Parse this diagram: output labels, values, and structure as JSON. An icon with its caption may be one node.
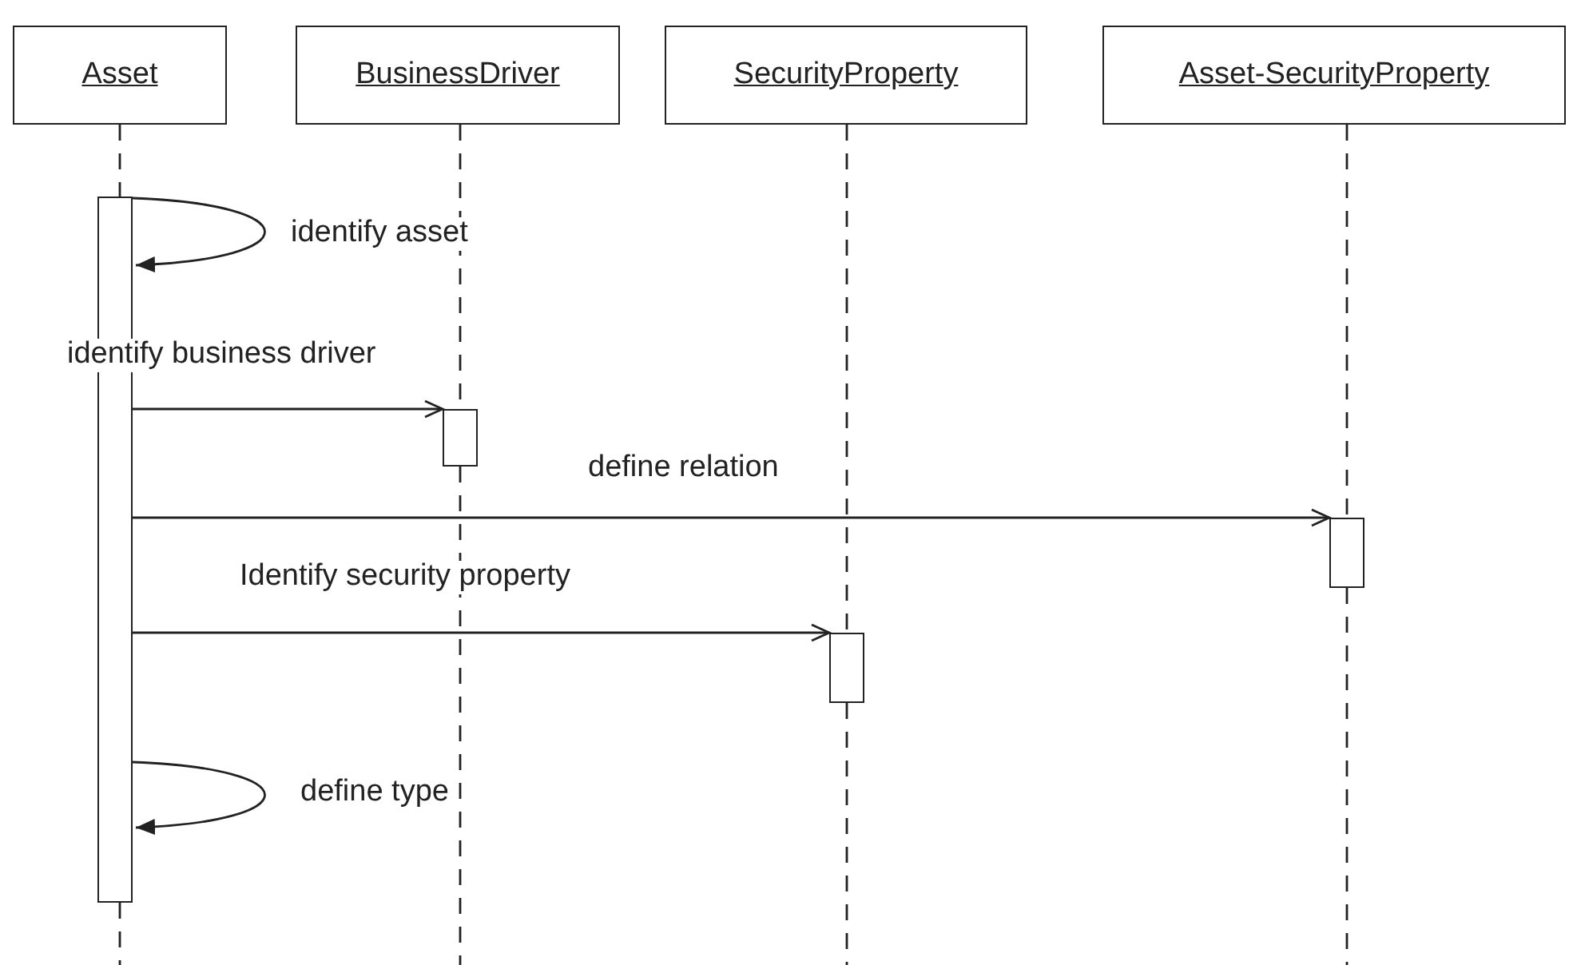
{
  "diagram": {
    "nodes": [
      {
        "text": [
          "Asset"
        ]
      },
      {
        "text": [
          "BusinessDriver"
        ]
      },
      {
        "text": [
          "SecurityProperty"
        ]
      },
      {
        "text": [
          "Asset-SecurityProperty"
        ]
      },
      {
        "text": [],
        "shape": "bar"
      },
      {
        "text": [],
        "shape": "bar"
      },
      {
        "text": [],
        "shape": "bar"
      },
      {
        "text": [],
        "shape": "bar"
      }
    ],
    "edges": [
      {
        "from": 0,
        "to": 4,
        "arrow": "none",
        "style": "dashed"
      },
      {
        "from": 1,
        "to": 5,
        "arrow": "none",
        "style": "dashed"
      },
      {
        "from": 3,
        "to": 6,
        "arrow": "none",
        "style": "dashed"
      },
      {
        "from": 2,
        "to": 7,
        "arrow": "none",
        "style": "dashed"
      },
      {
        "from": 4,
        "to": 4,
        "arrow": "to",
        "label": "identify asset"
      },
      {
        "from": 4,
        "to": 5,
        "arrow": "to",
        "label": "identify business driver"
      },
      {
        "from": 4,
        "to": 6,
        "arrow": "to",
        "label": "define relation"
      },
      {
        "from": 4,
        "to": 7,
        "arrow": "to",
        "label": "Identify security property"
      },
      {
        "from": 4,
        "to": 4,
        "arrow": "to",
        "label": "define type"
      }
    ]
  }
}
